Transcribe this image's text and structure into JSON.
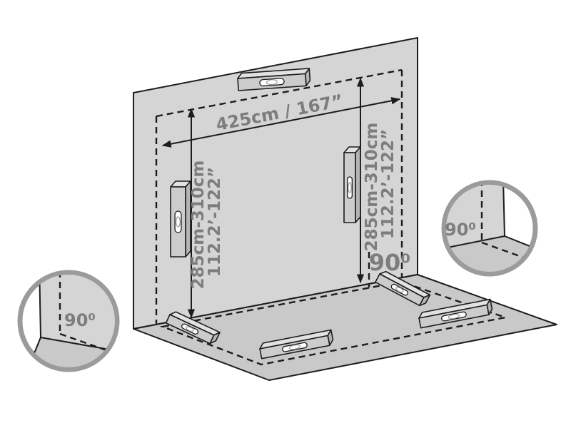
{
  "diagram": {
    "labels": {
      "width": "425cm / 167”",
      "height_left": {
        "line1": "285cm-310cm",
        "line2": "112.2’-122”"
      },
      "height_right": {
        "line1": "285cm-310cm",
        "line2": "112.2’-122”"
      },
      "angle_wall": "90⁰",
      "angle_detail_bottom_left": "90⁰",
      "angle_detail_top_right": "90⁰"
    },
    "colors": {
      "wall": "#d5d5d6",
      "floor": "#c9c9ca",
      "level_front": "#cccccd",
      "level_top": "#e2e2e3",
      "level_side": "#b4b4b5",
      "level_window": "#ffffff",
      "level_bubble": "#9a9a9a",
      "outline": "#1c1c1c",
      "label_text": "#7d7d7e",
      "detail_circle_border": "#9b9b9c"
    },
    "elements": {
      "spirit_level_count": 7,
      "detail_circle_count": 2
    }
  }
}
